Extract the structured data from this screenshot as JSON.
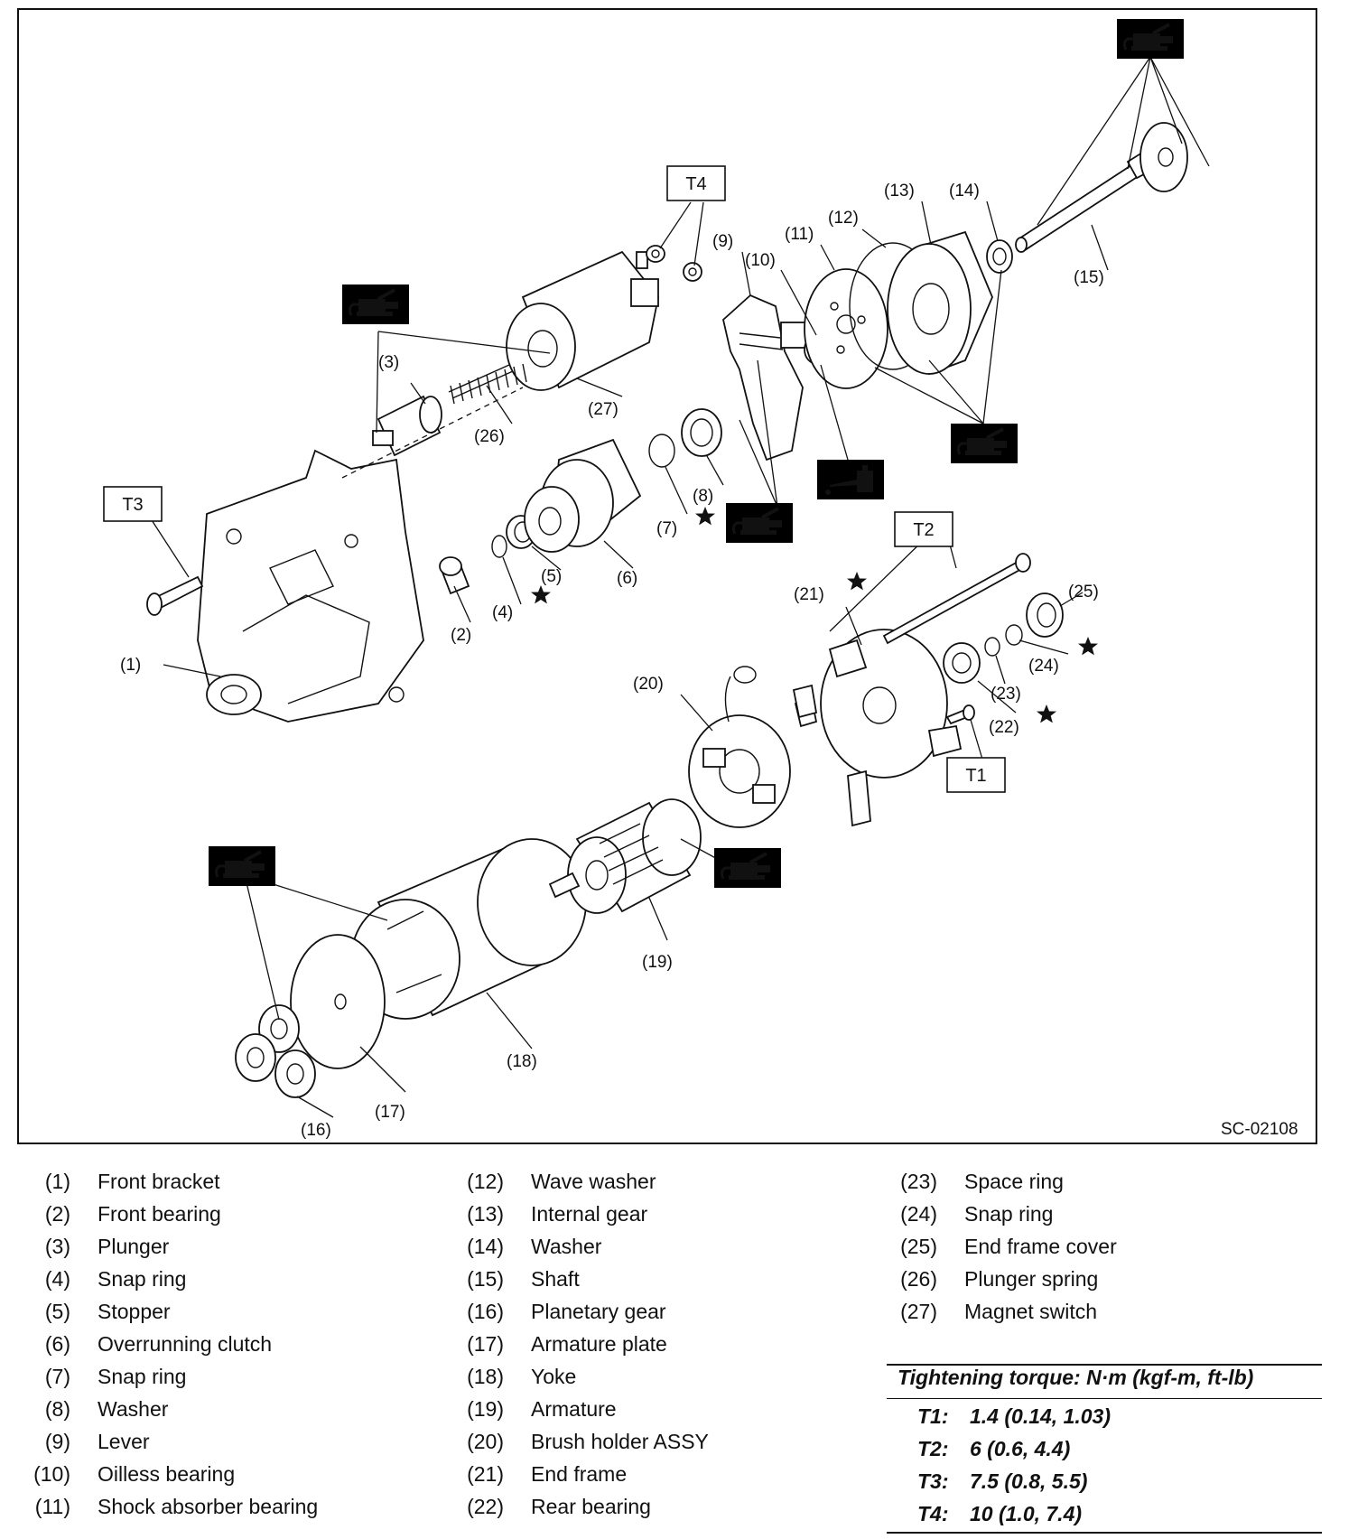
{
  "diagram": {
    "code": "SC-02108",
    "part_labels": [
      "(1)",
      "(2)",
      "(3)",
      "(4)",
      "(5)",
      "(6)",
      "(7)",
      "(8)",
      "(9)",
      "(10)",
      "(11)",
      "(12)",
      "(13)",
      "(14)",
      "(15)",
      "(16)",
      "(17)",
      "(18)",
      "(19)",
      "(20)",
      "(21)",
      "(22)",
      "(23)",
      "(24)",
      "(25)",
      "(26)",
      "(27)"
    ],
    "torque_boxes": [
      "T1",
      "T2",
      "T3",
      "T4"
    ],
    "icons": {
      "grease": "grease-gun-icon",
      "oil": "oil-can-icon",
      "replace": "star-icon"
    }
  },
  "legend": {
    "columns": [
      [
        {
          "num": "(1)",
          "name": "Front bracket"
        },
        {
          "num": "(2)",
          "name": "Front bearing"
        },
        {
          "num": "(3)",
          "name": "Plunger"
        },
        {
          "num": "(4)",
          "name": "Snap ring"
        },
        {
          "num": "(5)",
          "name": "Stopper"
        },
        {
          "num": "(6)",
          "name": "Overrunning clutch"
        },
        {
          "num": "(7)",
          "name": "Snap ring"
        },
        {
          "num": "(8)",
          "name": "Washer"
        },
        {
          "num": "(9)",
          "name": "Lever"
        },
        {
          "num": "(10)",
          "name": "Oilless bearing"
        },
        {
          "num": "(11)",
          "name": "Shock absorber bearing"
        }
      ],
      [
        {
          "num": "(12)",
          "name": "Wave washer"
        },
        {
          "num": "(13)",
          "name": "Internal gear"
        },
        {
          "num": "(14)",
          "name": "Washer"
        },
        {
          "num": "(15)",
          "name": "Shaft"
        },
        {
          "num": "(16)",
          "name": "Planetary gear"
        },
        {
          "num": "(17)",
          "name": "Armature plate"
        },
        {
          "num": "(18)",
          "name": "Yoke"
        },
        {
          "num": "(19)",
          "name": "Armature"
        },
        {
          "num": "(20)",
          "name": "Brush holder ASSY"
        },
        {
          "num": "(21)",
          "name": "End frame"
        },
        {
          "num": "(22)",
          "name": "Rear bearing"
        }
      ],
      [
        {
          "num": "(23)",
          "name": "Space ring"
        },
        {
          "num": "(24)",
          "name": "Snap ring"
        },
        {
          "num": "(25)",
          "name": "End frame cover"
        },
        {
          "num": "(26)",
          "name": "Plunger spring"
        },
        {
          "num": "(27)",
          "name": "Magnet switch"
        }
      ]
    ]
  },
  "torque": {
    "header": "Tightening torque: N·m (kgf-m, ft-lb)",
    "rows": [
      {
        "key": "T1:",
        "value": "1.4 (0.14, 1.03)"
      },
      {
        "key": "T2:",
        "value": "6 (0.6, 4.4)"
      },
      {
        "key": "T3:",
        "value": "7.5 (0.8, 5.5)"
      },
      {
        "key": "T4:",
        "value": "10 (1.0, 7.4)"
      }
    ]
  }
}
